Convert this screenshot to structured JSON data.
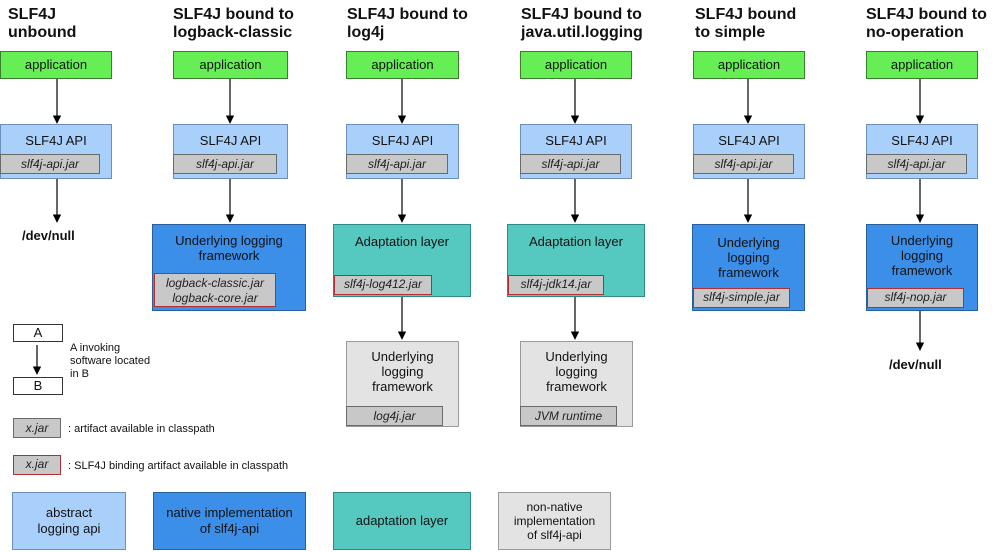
{
  "columns": [
    {
      "title": "SLF4J\nunbound",
      "application": "application",
      "api": "SLF4J API",
      "api_jar": "slf4j-api.jar",
      "devnull": "/dev/null"
    },
    {
      "title": "SLF4J bound to\nlogback-classic",
      "application": "application",
      "api": "SLF4J API",
      "api_jar": "slf4j-api.jar",
      "framework": "Underlying logging\nframework",
      "jars": [
        "logback-classic.jar",
        "logback-core.jar"
      ]
    },
    {
      "title": "SLF4J bound to\nlog4j",
      "application": "application",
      "api": "SLF4J API",
      "api_jar": "slf4j-api.jar",
      "adaptation": "Adaptation layer",
      "adapt_jar": "slf4j-log412.jar",
      "framework": "Underlying\nlogging\nframework",
      "framework_jar": "log4j.jar"
    },
    {
      "title": "SLF4J bound to\njava.util.logging",
      "application": "application",
      "api": "SLF4J API",
      "api_jar": "slf4j-api.jar",
      "adaptation": "Adaptation layer",
      "adapt_jar": "slf4j-jdk14.jar",
      "framework": "Underlying\nlogging\nframework",
      "framework_jar": "JVM runtime"
    },
    {
      "title": "SLF4J bound\nto simple",
      "application": "application",
      "api": "SLF4J API",
      "api_jar": "slf4j-api.jar",
      "framework": "Underlying\nlogging\nframework",
      "binding_jar": "slf4j-simple.jar"
    },
    {
      "title": "SLF4J bound to\nno-operation",
      "application": "application",
      "api": "SLF4J API",
      "api_jar": "slf4j-api.jar",
      "framework": "Underlying\nlogging\nframework",
      "binding_jar": "slf4j-nop.jar",
      "devnull": "/dev/null"
    }
  ],
  "legend": {
    "a": "A",
    "b": "B",
    "invoking_text": "A invoking\nsoftware located\nin B",
    "jar_example": "x.jar",
    "jar_text": ": artifact available in classpath",
    "binding_example": "x.jar",
    "binding_text": ": SLF4J binding artifact available in classpath",
    "swatches": [
      "abstract\nlogging api",
      "native implementation\nof slf4j-api",
      "adaptation layer",
      "non-native\nimplementation\nof slf4j-api"
    ]
  },
  "colors": {
    "application": "#66ee55",
    "abstract_api": "#a9d0fa",
    "native": "#3b8fe8",
    "adaptation": "#55c8c0",
    "non_native": "#e3e3e3",
    "binding_border": "#b03030"
  }
}
